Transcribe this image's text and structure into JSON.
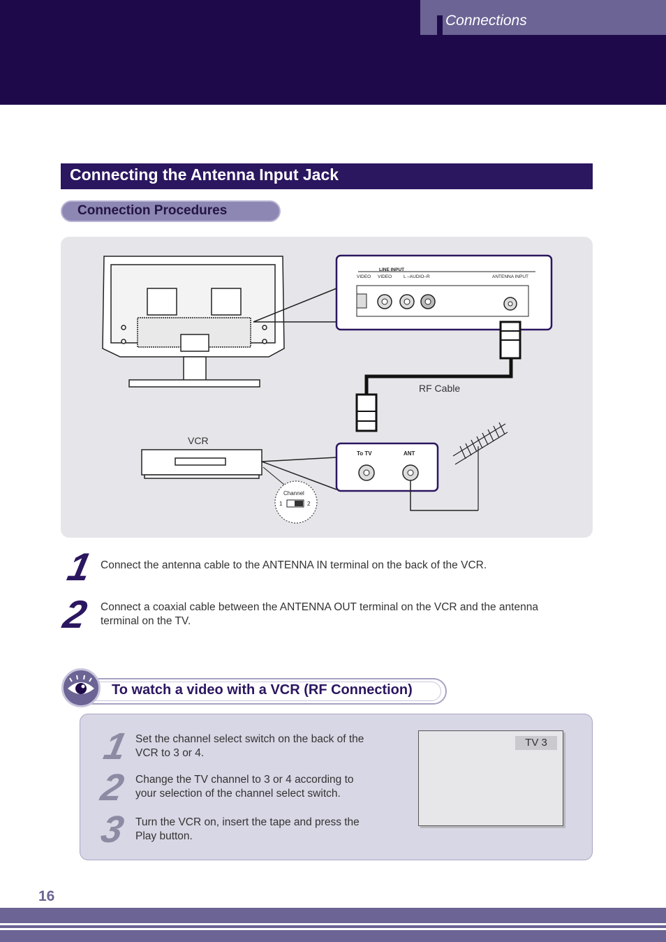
{
  "header": {
    "section": "Connections"
  },
  "main_title": "Connecting the Antenna Input Jack",
  "subtitle": "Connection Procedures",
  "diagram": {
    "line_input": "LINE INPUT",
    "jack_labels": [
      "VIDEO",
      "VIDEO",
      "L –AUDIO–R"
    ],
    "antenna_input": "ANTENNA INPUT",
    "rf_cable": "RF Cable",
    "vcr": "VCR",
    "vcr_to_tv": "To TV",
    "vcr_ant": "ANT",
    "channel": "Channel",
    "channel_1": "1",
    "channel_2": "2"
  },
  "steps": [
    {
      "num": "1",
      "text": "Connect the antenna cable to the ANTENNA IN terminal on the back of the VCR."
    },
    {
      "num": "2",
      "text": "Connect a coaxial cable between the ANTENNA OUT terminal on the VCR and the antenna terminal on the TV."
    }
  ],
  "tip": {
    "title": "To watch a video with a VCR (RF Connection)",
    "icon": "eye-icon",
    "steps": [
      {
        "num": "1",
        "text": "Set the channel select switch on the back of the VCR to 3 or 4."
      },
      {
        "num": "2",
        "text": "Change the TV channel to 3 or 4 according to your selection of the channel select switch."
      },
      {
        "num": "3",
        "text": "Turn the VCR on, insert the tape and press the Play button."
      }
    ],
    "screen_osd": "TV 3"
  },
  "page_number": "16",
  "colors": {
    "navy": "#1e0a4a",
    "purple": "#6b6494",
    "panel": "#e6e6ea"
  }
}
